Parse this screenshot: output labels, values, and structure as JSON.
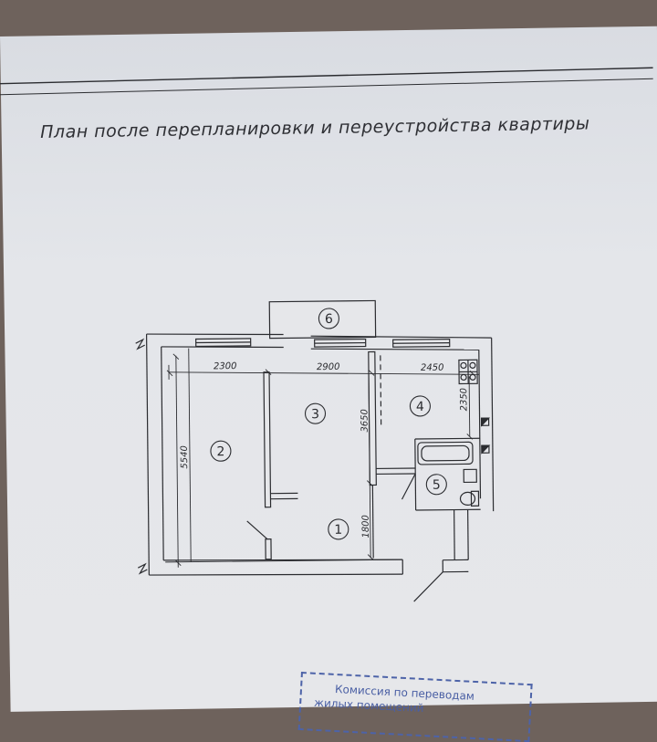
{
  "title": "План после перепланировки и переустройства квартиры",
  "dimensions": {
    "top_2300": "2300",
    "top_2900": "2900",
    "top_2450": "2450",
    "left_5540": "5540",
    "mid_3650": "3650",
    "bottom_1800": "1800",
    "right_2350": "2350"
  },
  "rooms": {
    "room1": "1",
    "room2": "2",
    "room3": "3",
    "room4": "4",
    "room5": "5",
    "room6": "6"
  },
  "stamp": {
    "line1": "Комиссия по переводам",
    "line2": "жилых помещений"
  },
  "colors": {
    "ink": "#2b2c30",
    "paper": "#e4e6ea",
    "stamp": "#4d63a8",
    "background": "#6e625c"
  }
}
